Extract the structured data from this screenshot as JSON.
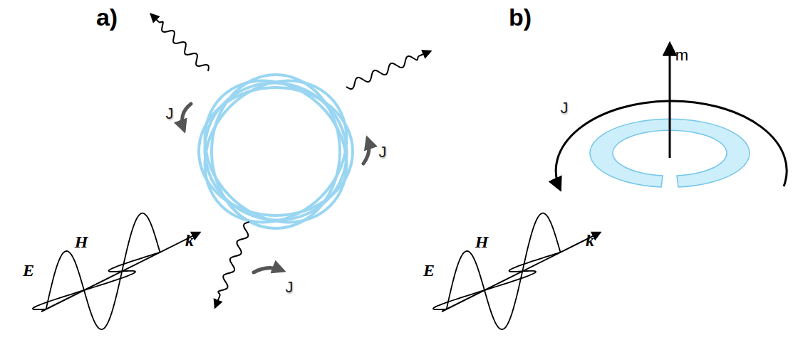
{
  "diagram": {
    "labels": [
      "a)",
      "J",
      "J",
      "J",
      "H",
      "E",
      "k",
      "b)",
      "m",
      "J",
      "H",
      "E",
      "k"
    ]
  }
}
